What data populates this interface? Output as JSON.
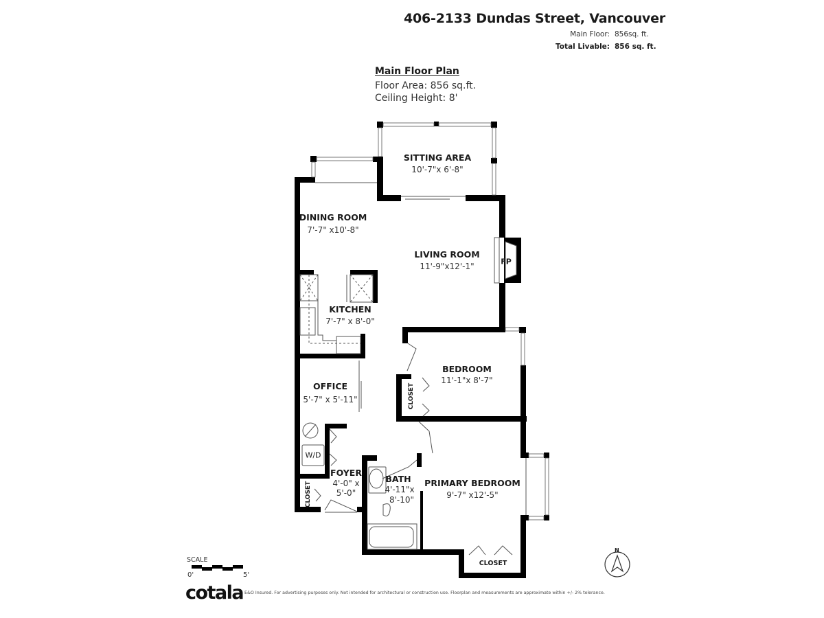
{
  "header": {
    "address": "406-2133 Dundas Street, Vancouver",
    "main_floor_label": "Main Floor:",
    "main_floor_value": "856sq. ft.",
    "total_label": "Total Livable:",
    "total_value": "856 sq. ft."
  },
  "plan_info": {
    "title": "Main Floor Plan",
    "floor_area": "Floor Area: 856 sq.ft.",
    "ceiling_height": "Ceiling Height: 8'"
  },
  "rooms": {
    "sitting_area": {
      "name": "SITTING AREA",
      "dims": "10'-7\"x  6'-8\""
    },
    "dining_room": {
      "name": "DINING ROOM",
      "dims": "7'-7\" x10'-8\""
    },
    "living_room": {
      "name": "LIVING ROOM",
      "dims": "11'-9\"x12'-1\""
    },
    "kitchen": {
      "name": "KITCHEN",
      "dims": "7'-7\" x  8'-0\""
    },
    "bedroom": {
      "name": "BEDROOM",
      "dims": "11'-1\"x  8'-7\""
    },
    "office": {
      "name": "OFFICE",
      "dims": "5'-7\" x 5'-11\""
    },
    "foyer": {
      "name": "FOYER",
      "dims_1": "4'-0\" x",
      "dims_2": "5'-0\""
    },
    "bath": {
      "name": "BATH",
      "dims_1": "4'-11\"x",
      "dims_2": "8'-10\""
    },
    "primary_bedroom": {
      "name": "PRIMARY BEDROOM",
      "dims": "9'-7\" x12'-5\""
    }
  },
  "labels": {
    "closet": "CLOSET",
    "fireplace": "FP",
    "washer_dryer": "W/D"
  },
  "scale": {
    "label": "SCALE",
    "min": "0'",
    "max": "5'"
  },
  "compass": {
    "north": "N"
  },
  "footer": {
    "logo": "cotala",
    "disclaimer": "E&O Insured. For advertising purposes only. Not intended for architectural or construction use. Floorplan and measurements are approximate within +/- 2% tolerance."
  }
}
